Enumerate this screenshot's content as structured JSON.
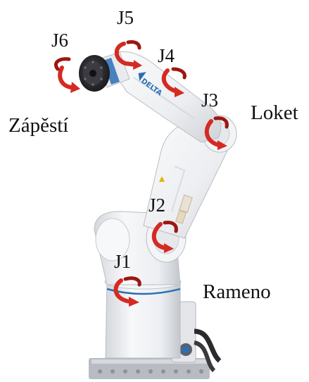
{
  "joints": {
    "j1": "J1",
    "j2": "J2",
    "j3": "J3",
    "j4": "J4",
    "j5": "J5",
    "j6": "J6"
  },
  "regions": {
    "wrist": "Zápěstí",
    "elbow": "Loket",
    "shoulder": "Rameno"
  },
  "robot_logo": "DELTA",
  "colors": {
    "arrow": "#d42a22",
    "arrow_dark": "#9c1711",
    "robot_body": "#f1f2f4",
    "robot_shade": "#c9ccd2",
    "accent_blue": "#2b6fb5",
    "flange": "#2a2a2e",
    "base_plate": "#b8bcc2",
    "text": "#111111"
  }
}
